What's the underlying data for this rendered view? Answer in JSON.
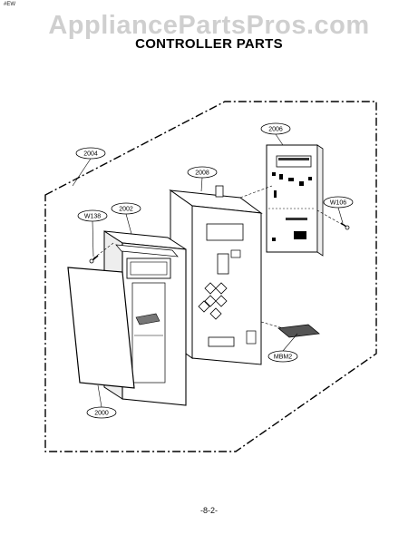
{
  "header": {
    "corner_tag": "#EW",
    "watermark": "AppliancePartsPros.com",
    "title": "CONTROLLER PARTS"
  },
  "callouts": {
    "c2004": "2004",
    "c2006": "2006",
    "c2008": "2008",
    "c2002": "2002",
    "cW138": "W138",
    "cW106": "W106",
    "cMBM2": "MBM2",
    "c2000": "2000"
  },
  "footer": {
    "page_number": "-8-2-"
  }
}
